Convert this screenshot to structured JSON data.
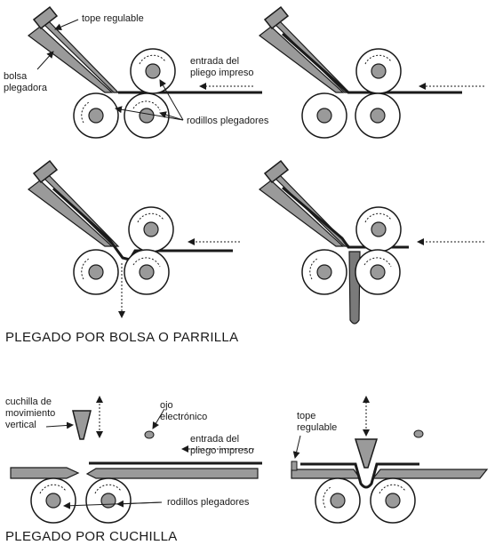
{
  "section_bag": {
    "heading": "PLEGADO POR BOLSA O PARRILLA",
    "labels": {
      "adjustable_stop": "tope regulable",
      "bag_line1": "bolsa",
      "bag_line2": "plegadora",
      "entry_line1": "entrada del",
      "entry_line2": "pliego impreso",
      "rollers": "rodillos plegadores"
    }
  },
  "section_knife": {
    "heading": "PLEGADO POR CUCHILLA",
    "labels": {
      "knife_line1": "cuchilla de",
      "knife_line2": "movimiento",
      "knife_line3": "vertical",
      "eye_line1": "ojo",
      "eye_line2": "electrónico",
      "entry_line1": "entrada del",
      "entry_line2": "pliego impreso",
      "rollers": "rodillos plegadores",
      "stop_line1": "tope",
      "stop_line2": "regulable"
    }
  },
  "colors": {
    "ink": "#1a1a1a",
    "fill_gray": "#9a9a9a",
    "background": "#ffffff"
  }
}
